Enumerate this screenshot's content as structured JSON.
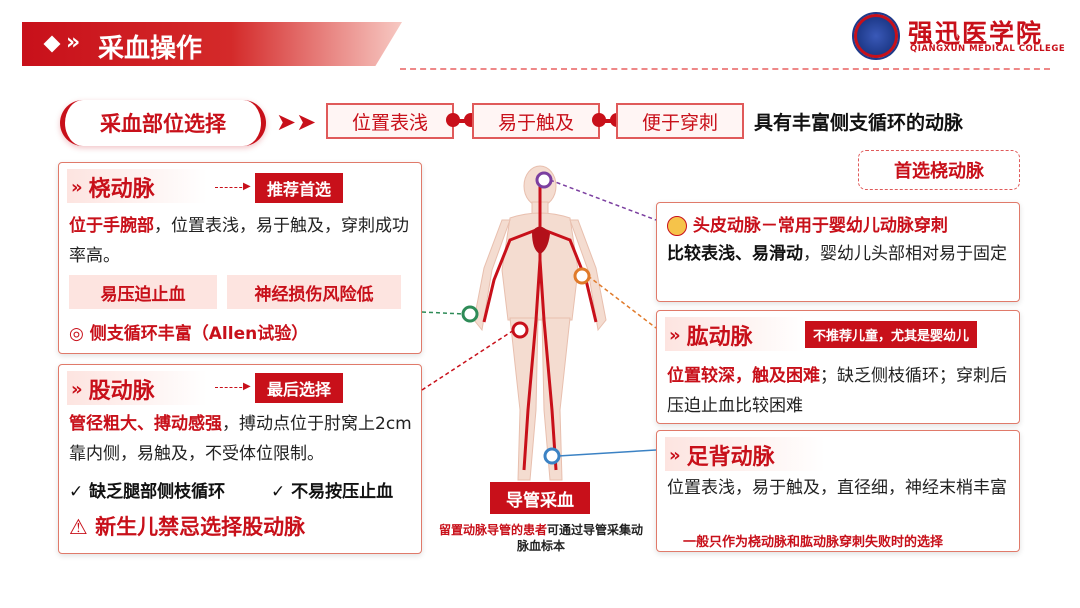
{
  "header": {
    "title": "采血操作",
    "chevron": "»"
  },
  "logo": {
    "name": "强迅医学院",
    "subtitle": "QIANGXUN MEDICAL COLLEGE"
  },
  "top_row": {
    "main_label": "采血部位选择",
    "arrow": "➤➤",
    "criteria": [
      "位置表浅",
      "易于触及",
      "便于穿刺"
    ],
    "note": "具有丰富侧支循环的动脉",
    "first_choice": "首选桡动脉"
  },
  "radial": {
    "title": "桡动脉",
    "tag": "推荐首选",
    "text_bold": "位于手腕部",
    "text_rest": "，位置表浅，易于触及，穿刺成功率高。",
    "box1": "易压迫止血",
    "box2": "神经损伤风险低",
    "check_text": "侧支循环丰富（Allen试验）"
  },
  "femoral": {
    "title": "股动脉",
    "tag": "最后选择",
    "text_bold": "管径粗大、搏动感强",
    "text_rest": "，搏动点位于肘窝上2cm靠内侧，易触及，不受体位限制。",
    "check1": "缺乏腿部侧枝循环",
    "check2": "不易按压止血",
    "warning": "新生儿禁忌选择股动脉"
  },
  "scalp": {
    "title": "头皮动脉－常用于婴幼儿动脉穿刺",
    "text_bold": "比较表浅、易滑动",
    "text_rest": "，婴幼儿头部相对易于固定"
  },
  "brachial": {
    "title": "肱动脉",
    "tag": "不推荐儿童，尤其是婴幼儿",
    "text_bold": "位置较深，触及困难",
    "text_rest": "；缺乏侧枝循环；穿刺后压迫止血比较困难"
  },
  "dorsalis": {
    "title": "足背动脉",
    "text": "位置表浅，易于触及，直径细，神经末梢丰富",
    "note": "一般只作为桡动脉和肱动脉穿刺失败时的选择"
  },
  "figure": {
    "caption_tag": "导管采血",
    "caption_red": "留置动脉导管的患者",
    "caption_rest": "可通过导管采集动脉血标本"
  },
  "colors": {
    "primary": "#c8101a",
    "light": "#fde4e0",
    "purple": "#7b3fa0",
    "green": "#2e8b57",
    "orange": "#e07a2a",
    "blue": "#3b82c4"
  },
  "icons": {
    "check": "✓",
    "warning": "⚠",
    "baby": "baby-face-icon"
  }
}
